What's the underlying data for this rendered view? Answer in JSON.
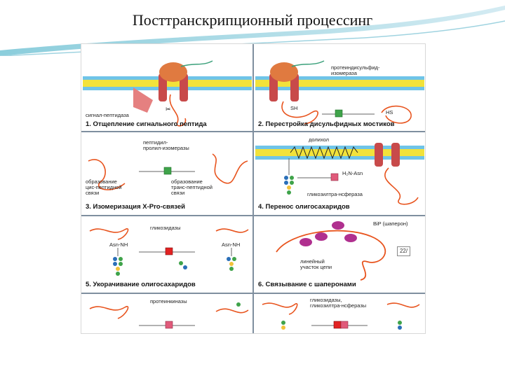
{
  "slide": {
    "title": "Посттранскрипционный процессинг",
    "page_number": "22/"
  },
  "panels": [
    {
      "caption": "1. Отщепление сигнального пептида",
      "labels": [
        "сигнал-пептидаза"
      ]
    },
    {
      "caption": "2. Перестройка дисульфидных мостиков",
      "labels": [
        "протеиндисульфид-\nизомераза",
        "SH",
        "HS"
      ]
    },
    {
      "caption": "3. Изомеризация X-Pro-связей",
      "labels": [
        "пептидил-\nпролил-изомеразы",
        "образование\nцис-пептидной\nсвязи",
        "образование\nтранс-пептидной\nсвязи"
      ]
    },
    {
      "caption": "4. Перенос олигосахаридов",
      "labels": [
        "долихол",
        "H₂N-Asn",
        "гликозилтра-нсфераза"
      ]
    },
    {
      "caption": "5. Укорачивание олигосахаридов",
      "labels": [
        "гликозидазы",
        "Asn-NH",
        "Asn-NH"
      ]
    },
    {
      "caption": "6. Связывание с шаперонами",
      "labels": [
        "BiP (шаперон)",
        "линейный\nучасток цепи"
      ]
    },
    {
      "caption": "",
      "labels": [
        "протеинкиназы"
      ]
    },
    {
      "caption": "",
      "labels": [
        "гликозидазы,\nгликозилтра-нсферазы"
      ]
    }
  ],
  "colors": {
    "membrane": "#f2e23a",
    "membrane_edge": "#6fc4e8",
    "chain": "#e8541e",
    "enzyme": "#3fa34a",
    "transferase": "#e05a7a",
    "glycosidase": "#e22222",
    "chaperone": "#b0308f",
    "separator": "#7f8f9f"
  }
}
